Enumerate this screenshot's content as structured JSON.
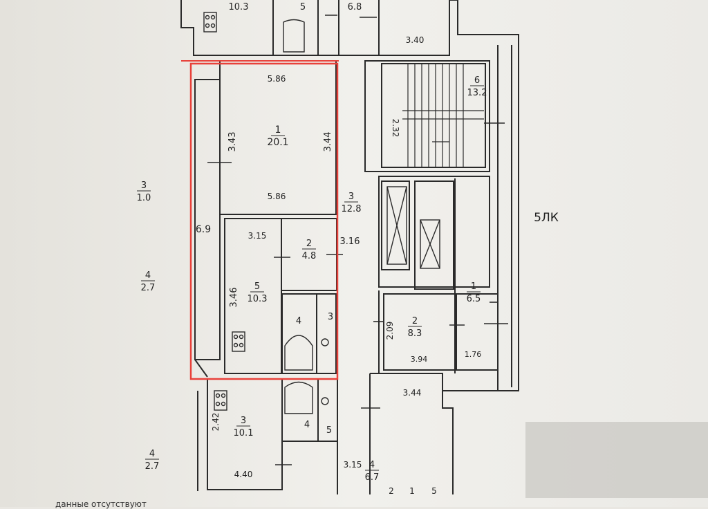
{
  "plan": {
    "colors": {
      "paper": "#f2f1ee",
      "ink": "#2a2a2a",
      "highlight": "#e8413a",
      "shadow": "#c9c8c4"
    },
    "rooms": [
      {
        "id": "top-left-kitchen",
        "area": "10.3"
      },
      {
        "id": "top-bath",
        "number": "5"
      },
      {
        "id": "top-corridor",
        "dim": "6.8"
      },
      {
        "id": "top-right-room",
        "dim": "3.40"
      },
      {
        "id": "main-room",
        "number": "1",
        "area": "20.1",
        "dim_top": "5.86",
        "dim_bottom": "5.86",
        "dim_left": "3.43",
        "dim_right": "3.44"
      },
      {
        "id": "hall",
        "number": "3",
        "area": "12.8",
        "dim": "3.16"
      },
      {
        "id": "closet",
        "number": "2",
        "area": "4.8"
      },
      {
        "id": "kitchen",
        "number": "5",
        "area": "10.3",
        "dim_top": "3.15",
        "dim_side": "3.46"
      },
      {
        "id": "bath",
        "number": "4"
      },
      {
        "id": "wc",
        "number": "3"
      },
      {
        "id": "loggia",
        "dim": "6.9"
      },
      {
        "id": "stair",
        "number": "6",
        "area": "13.2",
        "dim": "2.32"
      },
      {
        "id": "tech-1",
        "number": "1",
        "area": "6.5",
        "dim": "1.76"
      },
      {
        "id": "tech-2",
        "number": "2",
        "area": "8.3",
        "dim_bottom": "3.94",
        "dim_side": "2.09"
      },
      {
        "id": "bottom-kitchen",
        "number": "3",
        "area": "10.1",
        "dim_side": "2.42",
        "dim_bottom": "4.40"
      },
      {
        "id": "bottom-bath",
        "number": "4"
      },
      {
        "id": "bottom-wc",
        "number": "5"
      },
      {
        "id": "bottom-hall",
        "number": "4",
        "area": "6.7",
        "dim": "3.15"
      },
      {
        "id": "bottom-right-room",
        "dim": "3.44"
      }
    ],
    "outside_labels": [
      {
        "id": "outside-3",
        "number": "3",
        "area": "1.0"
      },
      {
        "id": "outside-4a",
        "number": "4",
        "area": "2.7"
      },
      {
        "id": "outside-4b",
        "number": "4",
        "area": "2.7"
      },
      {
        "id": "section-label",
        "text": "5ЛК"
      }
    ],
    "bottom_marks": [
      "2",
      "1",
      "5"
    ],
    "footer_note": "данные отсутствуют"
  }
}
